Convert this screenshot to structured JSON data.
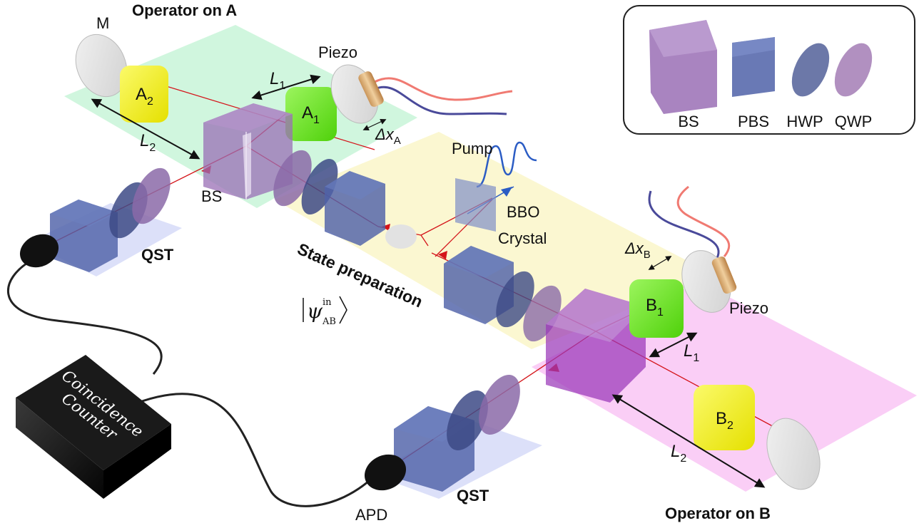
{
  "labels": {
    "operator_a": "Operator on A",
    "operator_b": "Operator on B",
    "mirror_a": "M",
    "piezo_a": "Piezo",
    "piezo_b": "Piezo",
    "bs_a": "BS",
    "qst_a": "QST",
    "qst_b": "QST",
    "pump": "Pump",
    "bbo_line1": "BBO",
    "bbo_line2": "Crystal",
    "state_prep": "State preparation",
    "apd": "APD",
    "counter_line1": "Coincidence",
    "counter_line2": "Counter",
    "a1": "A",
    "a1_sub": "1",
    "a2": "A",
    "a2_sub": "2",
    "b1": "B",
    "b1_sub": "1",
    "b2": "B",
    "b2_sub": "2",
    "l1": "L",
    "l1_sub": "1",
    "l2": "L",
    "l2_sub": "2",
    "dx": "Δx",
    "dx_a_sub": "A",
    "dx_b_sub": "B",
    "psi": "ψ",
    "psi_sup": "in",
    "psi_sub": "AB"
  },
  "legend": {
    "bs": "BS",
    "pbs": "PBS",
    "hwp": "HWP",
    "qwp": "QWP"
  },
  "colors": {
    "zone_a": "#c8f5d8",
    "zone_b": "#f9c6f5",
    "zone_state": "#fbf6cc",
    "zone_qst": "#d8ddf8",
    "bs_purple": "#9a6fb5",
    "pbs_blue": "#4f62a8",
    "hwp": "#6c78a8",
    "qwp": "#b190c0",
    "yellow_cube": "#f1ef1f",
    "green_cube": "#62e51e",
    "laser": "#d4141a"
  }
}
